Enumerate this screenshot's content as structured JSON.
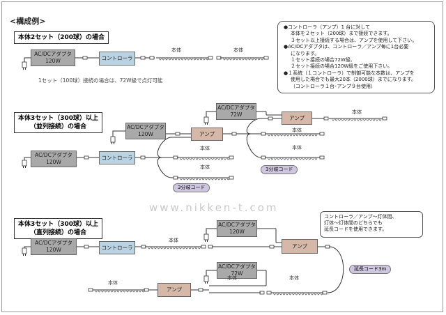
{
  "page_title": "<構成例>",
  "sections": {
    "s1_title": "本体2セット（200球）の場合",
    "s2_title_line1": "本体3セット（300球）以上",
    "s2_title_line2": "（並列接続）の場合",
    "s3_title_line1": "本体3セット（300球）以上",
    "s3_title_line2": "（直列接続）の場合"
  },
  "notes": [
    "●コントローラ（アンプ）1 台に対して",
    "本体を２セット（200球）まで接続できます。",
    "３セット以上接続する場合は、アンプを使用して下さい。",
    "●AC/DCアダプタは、コントローラ／アンプ毎に1台必要",
    "になります。",
    "１セット接続の場合72W級、",
    "２セット接続の場合120W級をご使用下さい。",
    "●１系統（１コントローラ）で制御可能な本数は、アンプを",
    "使用した場合でも最大20本（2000球）までになります。",
    "（コントローラ１台･アンプ９台使用）"
  ],
  "s1_note": "1セット（100球）接続の場合は、72W級で点灯可能",
  "labels": {
    "adapter": "AC/DCアダプタ",
    "w120": "120W",
    "w72": "72W",
    "controller": "コントローラ",
    "amp": "アンプ",
    "body": "本体",
    "split_cord": "3分岐コード",
    "ext_cord": "延長コード3m"
  },
  "callout": [
    "コントローラ／アンプ～灯体間、",
    "灯体～灯体間のどちらでも",
    "延長コードを使用できます。"
  ],
  "watermark": "www.nikken-t.com",
  "colors": {
    "adapter": "#a9a9a9",
    "controller": "#b9d3e3",
    "amp": "#d6b8a8",
    "cord_label": "#cfc6e0"
  }
}
